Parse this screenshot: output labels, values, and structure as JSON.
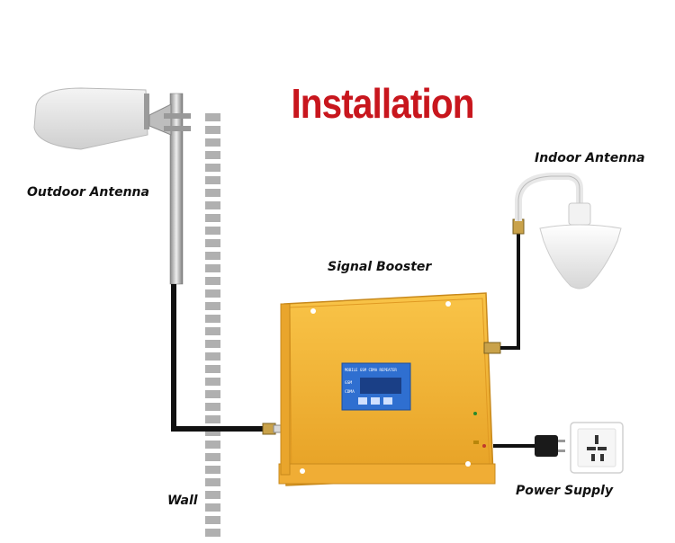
{
  "title": "Installation",
  "labels": {
    "outdoor_antenna": "Outdoor Antenna",
    "indoor_antenna": "Indoor Antenna",
    "signal_booster": "Signal Booster",
    "wall": "Wall",
    "power_supply": "Power Supply"
  },
  "device": {
    "panel_header": "MOBILE GSM CDMA REPEATER",
    "band_1": "GSM",
    "band_2": "CDMA"
  },
  "colors": {
    "title": "#c8161d",
    "booster_body": "#f2b233",
    "lcd": "#2f6fd0",
    "cable": "#111111"
  }
}
